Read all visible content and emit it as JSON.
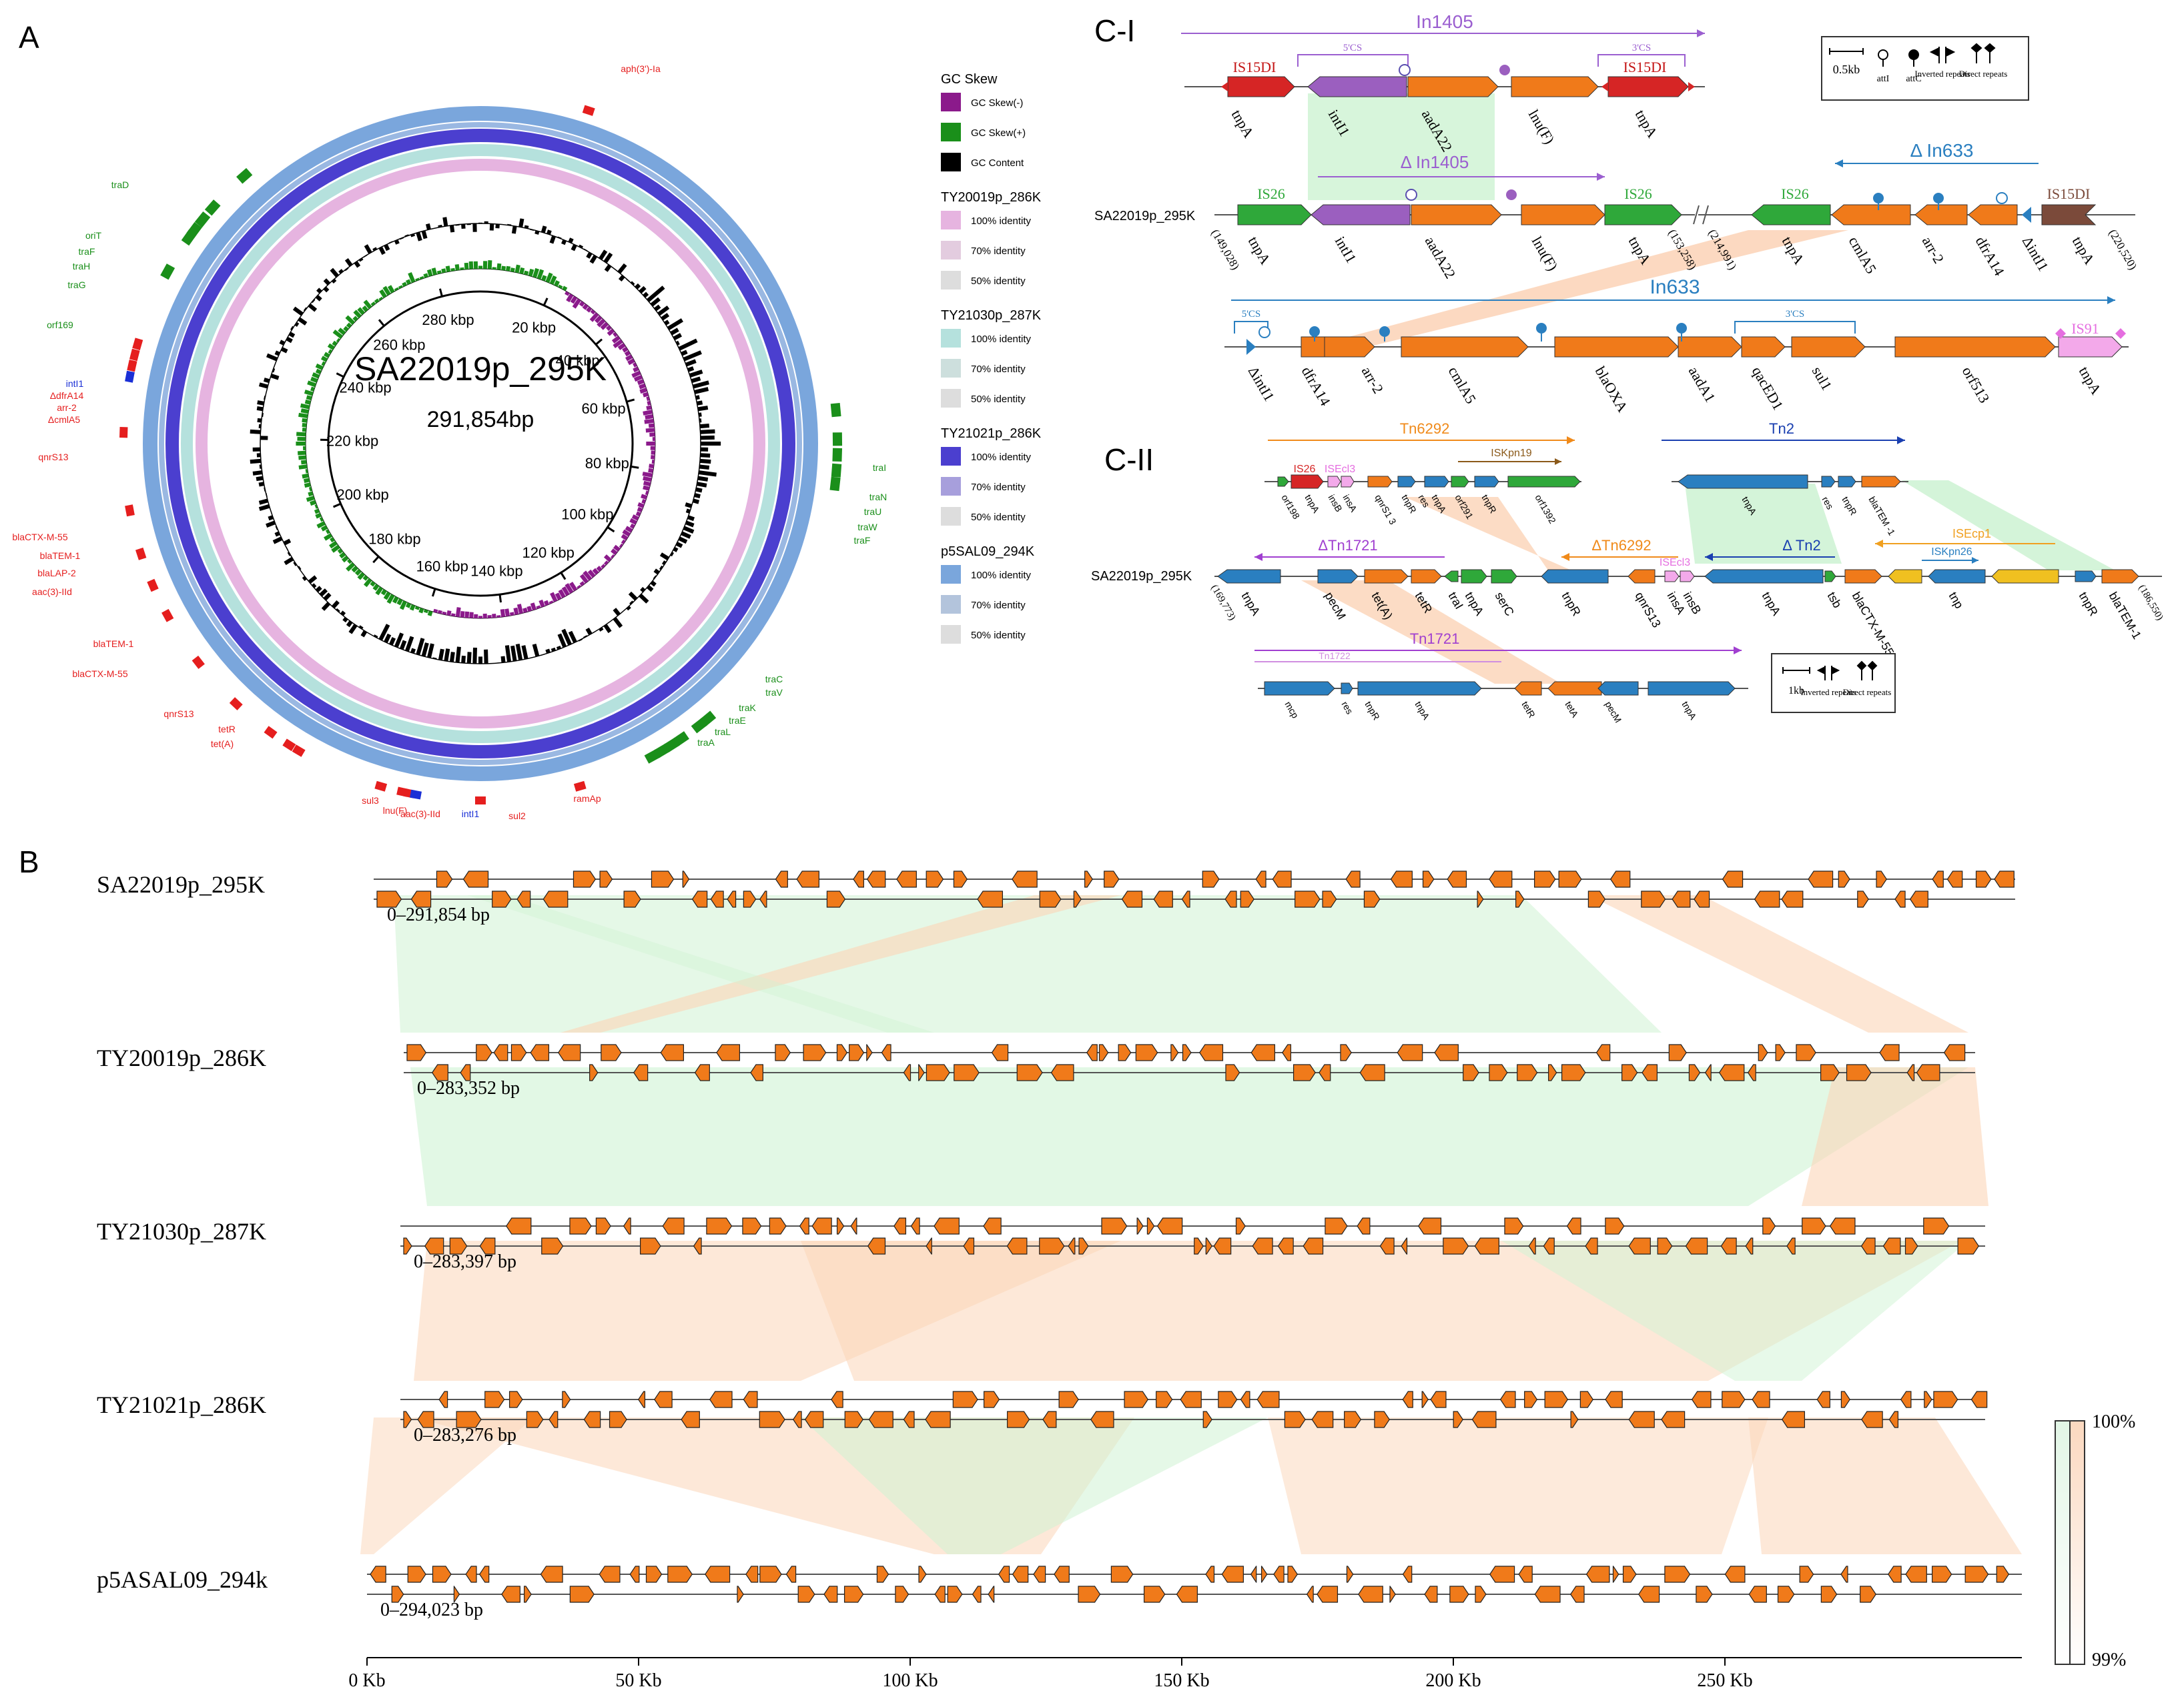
{
  "panels": {
    "A": "A",
    "B": "B",
    "CI": "C-I",
    "CII": "C-II"
  },
  "circle": {
    "title": "SA22019p_295K",
    "size": "291,854bp",
    "ticks": [
      "20 kbp",
      "40 kbp",
      "60 kbp",
      "80 kbp",
      "100 kbp",
      "120 kbp",
      "140 kbp",
      "160 kbp",
      "180 kbp",
      "200 kbp",
      "220 kbp",
      "240 kbp",
      "260 kbp",
      "280 kbp"
    ],
    "red_genes": [
      "aph(3')-Ia",
      "intI1",
      "ΔdfrA14",
      "arr-2",
      "ΔcmlA5",
      "qnrS13",
      "blaCTX-M-55",
      "blaTEM-1",
      "blaLAP-2",
      "aac(3)-IId",
      "blaTEM-1",
      "blaCTX-M-55",
      "qnrS13",
      "tetR",
      "tet(A)",
      "sul3",
      "lnu(F)",
      "aac(3)-IId",
      "intI1",
      "sul2",
      "ramAp"
    ],
    "green_genes": [
      "traD",
      "oriT",
      "traF",
      "traH",
      "traG",
      "orf169",
      "traI",
      "traN",
      "traU",
      "traW",
      "traF",
      "traC",
      "traV",
      "traK",
      "traE",
      "traL",
      "traA"
    ]
  },
  "legend": {
    "groups": [
      {
        "title": "GC Skew",
        "items": [
          {
            "label": "GC Skew(-)",
            "color": "#8b1a8b"
          },
          {
            "label": "GC Skew(+)",
            "color": "#1a8f1a"
          },
          {
            "label": "GC Content",
            "color": "#000000"
          }
        ]
      },
      {
        "title": "TY20019p_286K",
        "items": [
          {
            "label": "100% identity",
            "color": "#e6b4e0"
          },
          {
            "label": "70% identity",
            "color": "#e3ccdf"
          },
          {
            "label": "50% identity",
            "color": "#dddddd"
          }
        ]
      },
      {
        "title": "TY21030p_287K",
        "items": [
          {
            "label": "100% identity",
            "color": "#b5e1dd"
          },
          {
            "label": "70% identity",
            "color": "#cddfdd"
          },
          {
            "label": "50% identity",
            "color": "#dddddd"
          }
        ]
      },
      {
        "title": "TY21021p_286K",
        "items": [
          {
            "label": "100% identity",
            "color": "#4b3fcf"
          },
          {
            "label": "70% identity",
            "color": "#a79fdc"
          },
          {
            "label": "50% identity",
            "color": "#dddddd"
          }
        ]
      },
      {
        "title": "p5SAL09_294K",
        "items": [
          {
            "label": "100% identity",
            "color": "#7aa6dc"
          },
          {
            "label": "70% identity",
            "color": "#b3c4dc"
          },
          {
            "label": "50% identity",
            "color": "#dddddd"
          }
        ]
      }
    ]
  },
  "ci": {
    "in1405": "In1405",
    "cs5": "5'CS",
    "cs3": "3'CS",
    "d_in1405": "Δ In1405",
    "d_in633": "Δ In633",
    "in633": "In633",
    "row1": [
      "IS15DI",
      "intI1",
      "aadA22",
      "lnu(F)",
      "IS15DI",
      "tnpA",
      "tnpA"
    ],
    "row2_label": "SA22019p_295K",
    "row2": [
      "IS26",
      "IS26",
      "IS26",
      "IS15DI",
      "tnpA",
      "intI1",
      "aadA22",
      "lnu(F)",
      "tnpA",
      "tnpA",
      "cmlA5",
      "arr-2",
      "dfrA14",
      "ΔintI1",
      "tnpA"
    ],
    "row2_coords": [
      "(149,028)",
      "(153,258)",
      "(214,991)",
      "(220,520)"
    ],
    "row3": [
      "ΔintI1",
      "dfrA14",
      "arr-2",
      "cmlA5",
      "blaOXA",
      "aadA1",
      "qacED1",
      "sul1",
      "orf513",
      "tnpA",
      "IS91"
    ],
    "key": {
      "scale": "0.5kb",
      "items": [
        "attI",
        "attC",
        "Inverted repeats",
        "Direct repeats"
      ]
    }
  },
  "cii": {
    "tn6292": "Tn6292",
    "iskpn19": "ISKpn19",
    "tn2": "Tn2",
    "d_tn1721": "ΔTn1721",
    "d_tn6292": "ΔTn6292",
    "d_tn2": "Δ Tn2",
    "isecp1": "ISEcp1",
    "iskpn26": "ISKpn26",
    "tn1721": "Tn1721",
    "tn1722": "Tn1722",
    "row1": [
      "IS26",
      "ISEcl3",
      "orf198",
      "tnpA",
      "insB",
      "insA",
      "qnrS1 3",
      "tnpR",
      "res",
      "tnpA",
      "orf291",
      "tnpR",
      "orf1392"
    ],
    "row1b": [
      "tnpA",
      "res",
      "tnpR",
      "blaTEM -1"
    ],
    "row2_label": "SA22019p_295K",
    "row2": [
      "tnpA",
      "pecM",
      "tet(A)",
      "tetR",
      "traI",
      "tnpA",
      "serC",
      "tnpR",
      "qnrS13",
      "insA",
      "insB",
      "ISEcl3",
      "tnpA",
      "tsb",
      "blaCTX-M-55",
      "tnp",
      "tnpR",
      "blaTEM-1"
    ],
    "row2_coords": [
      "(169,773)",
      "(186,550)"
    ],
    "row3": [
      "mcp",
      "res",
      "tnpR",
      "tnpA",
      "tetR",
      "tetA",
      "pecM",
      "tnpA"
    ],
    "key": {
      "scale": "1kb",
      "items": [
        "Inverted repeats",
        "Direct repeats"
      ]
    }
  },
  "tracks": [
    {
      "name": "SA22019p_295K",
      "range": "0–291,854 bp"
    },
    {
      "name": "TY20019p_286K",
      "range": "0–283,352 bp"
    },
    {
      "name": "TY21030p_287K",
      "range": "0–283,397 bp"
    },
    {
      "name": "TY21021p_286K",
      "range": "0–283,276 bp"
    },
    {
      "name": "p5ASAL09_294k",
      "range": "0–294,023 bp"
    }
  ],
  "axis": [
    "0 Kb",
    "50 Kb",
    "100 Kb",
    "150 Kb",
    "200 Kb",
    "250 Kb"
  ],
  "scale_bar": {
    "top": "100%",
    "bottom": "99%"
  }
}
